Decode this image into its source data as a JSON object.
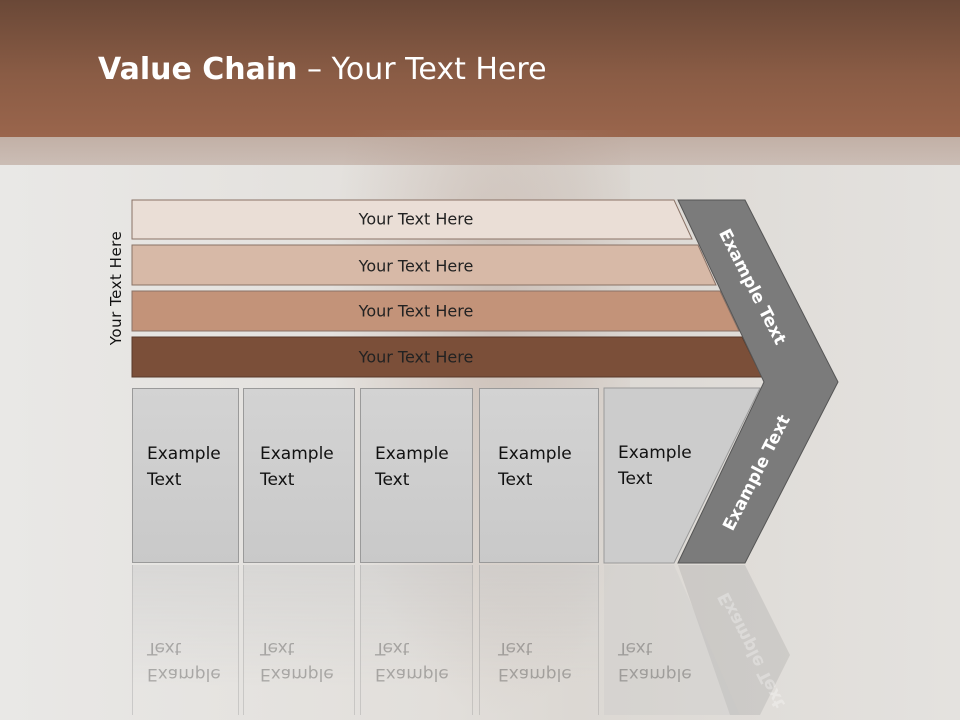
{
  "title": {
    "bold": "Value Chain",
    "rest": " – Your Text Here"
  },
  "side_label": "Your Text Here",
  "bars": [
    {
      "label": "Your Text Here",
      "color": "#eaded6"
    },
    {
      "label": "Your Text Here",
      "color": "#d7b9a7"
    },
    {
      "label": "Your Text Here",
      "color": "#c39379"
    },
    {
      "label": "Your Text Here",
      "color": "#7b4f39"
    }
  ],
  "chevron": {
    "top_label": "Example Text",
    "bottom_label": "Example Text",
    "color": "#7b7b7b"
  },
  "boxes": [
    {
      "line1": "Example",
      "line2": "Text"
    },
    {
      "line1": "Example",
      "line2": "Text"
    },
    {
      "line1": "Example",
      "line2": "Text"
    },
    {
      "line1": "Example",
      "line2": "Text"
    },
    {
      "line1": "Example",
      "line2": "Text"
    }
  ]
}
